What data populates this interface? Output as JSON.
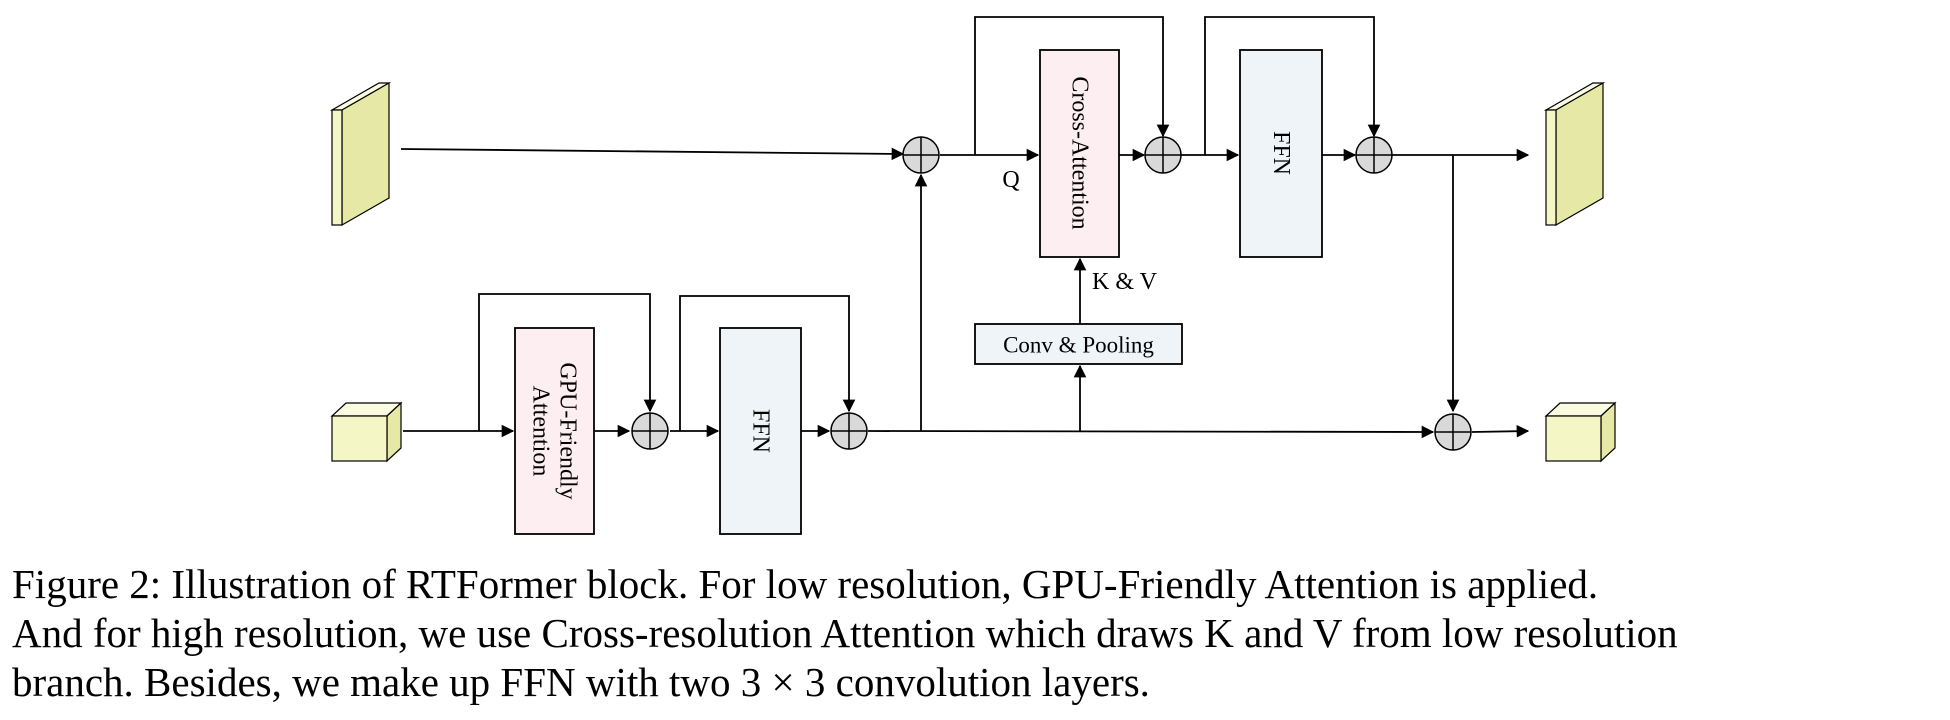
{
  "diagram": {
    "blocks": {
      "cross_attention": "Cross-Attention",
      "ffn_high": "FFN",
      "conv_pooling": "Conv & Pooling",
      "gpu_attention_line1": "GPU-Friendly",
      "gpu_attention_line2": "Attention",
      "ffn_low": "FFN"
    },
    "labels": {
      "q": "Q",
      "kv": "K & V"
    },
    "colors": {
      "attention_fill": "#fdeef2",
      "ffn_fill": "#eef4f8",
      "conv_fill": "#eef4f8",
      "feature_front": "#f4f6c5",
      "feature_side": "#e6e9a6",
      "feature_top": "#fafbe0",
      "add_fill": "#d9d9d9"
    }
  },
  "caption": {
    "line1": "Figure 2: Illustration of RTFormer block. For low resolution, GPU-Friendly Attention is applied.",
    "line2": "And for high resolution, we use Cross-resolution Attention which draws K and V from low resolution",
    "line3": "branch. Besides, we make up FFN with two 3 × 3 convolution layers."
  }
}
